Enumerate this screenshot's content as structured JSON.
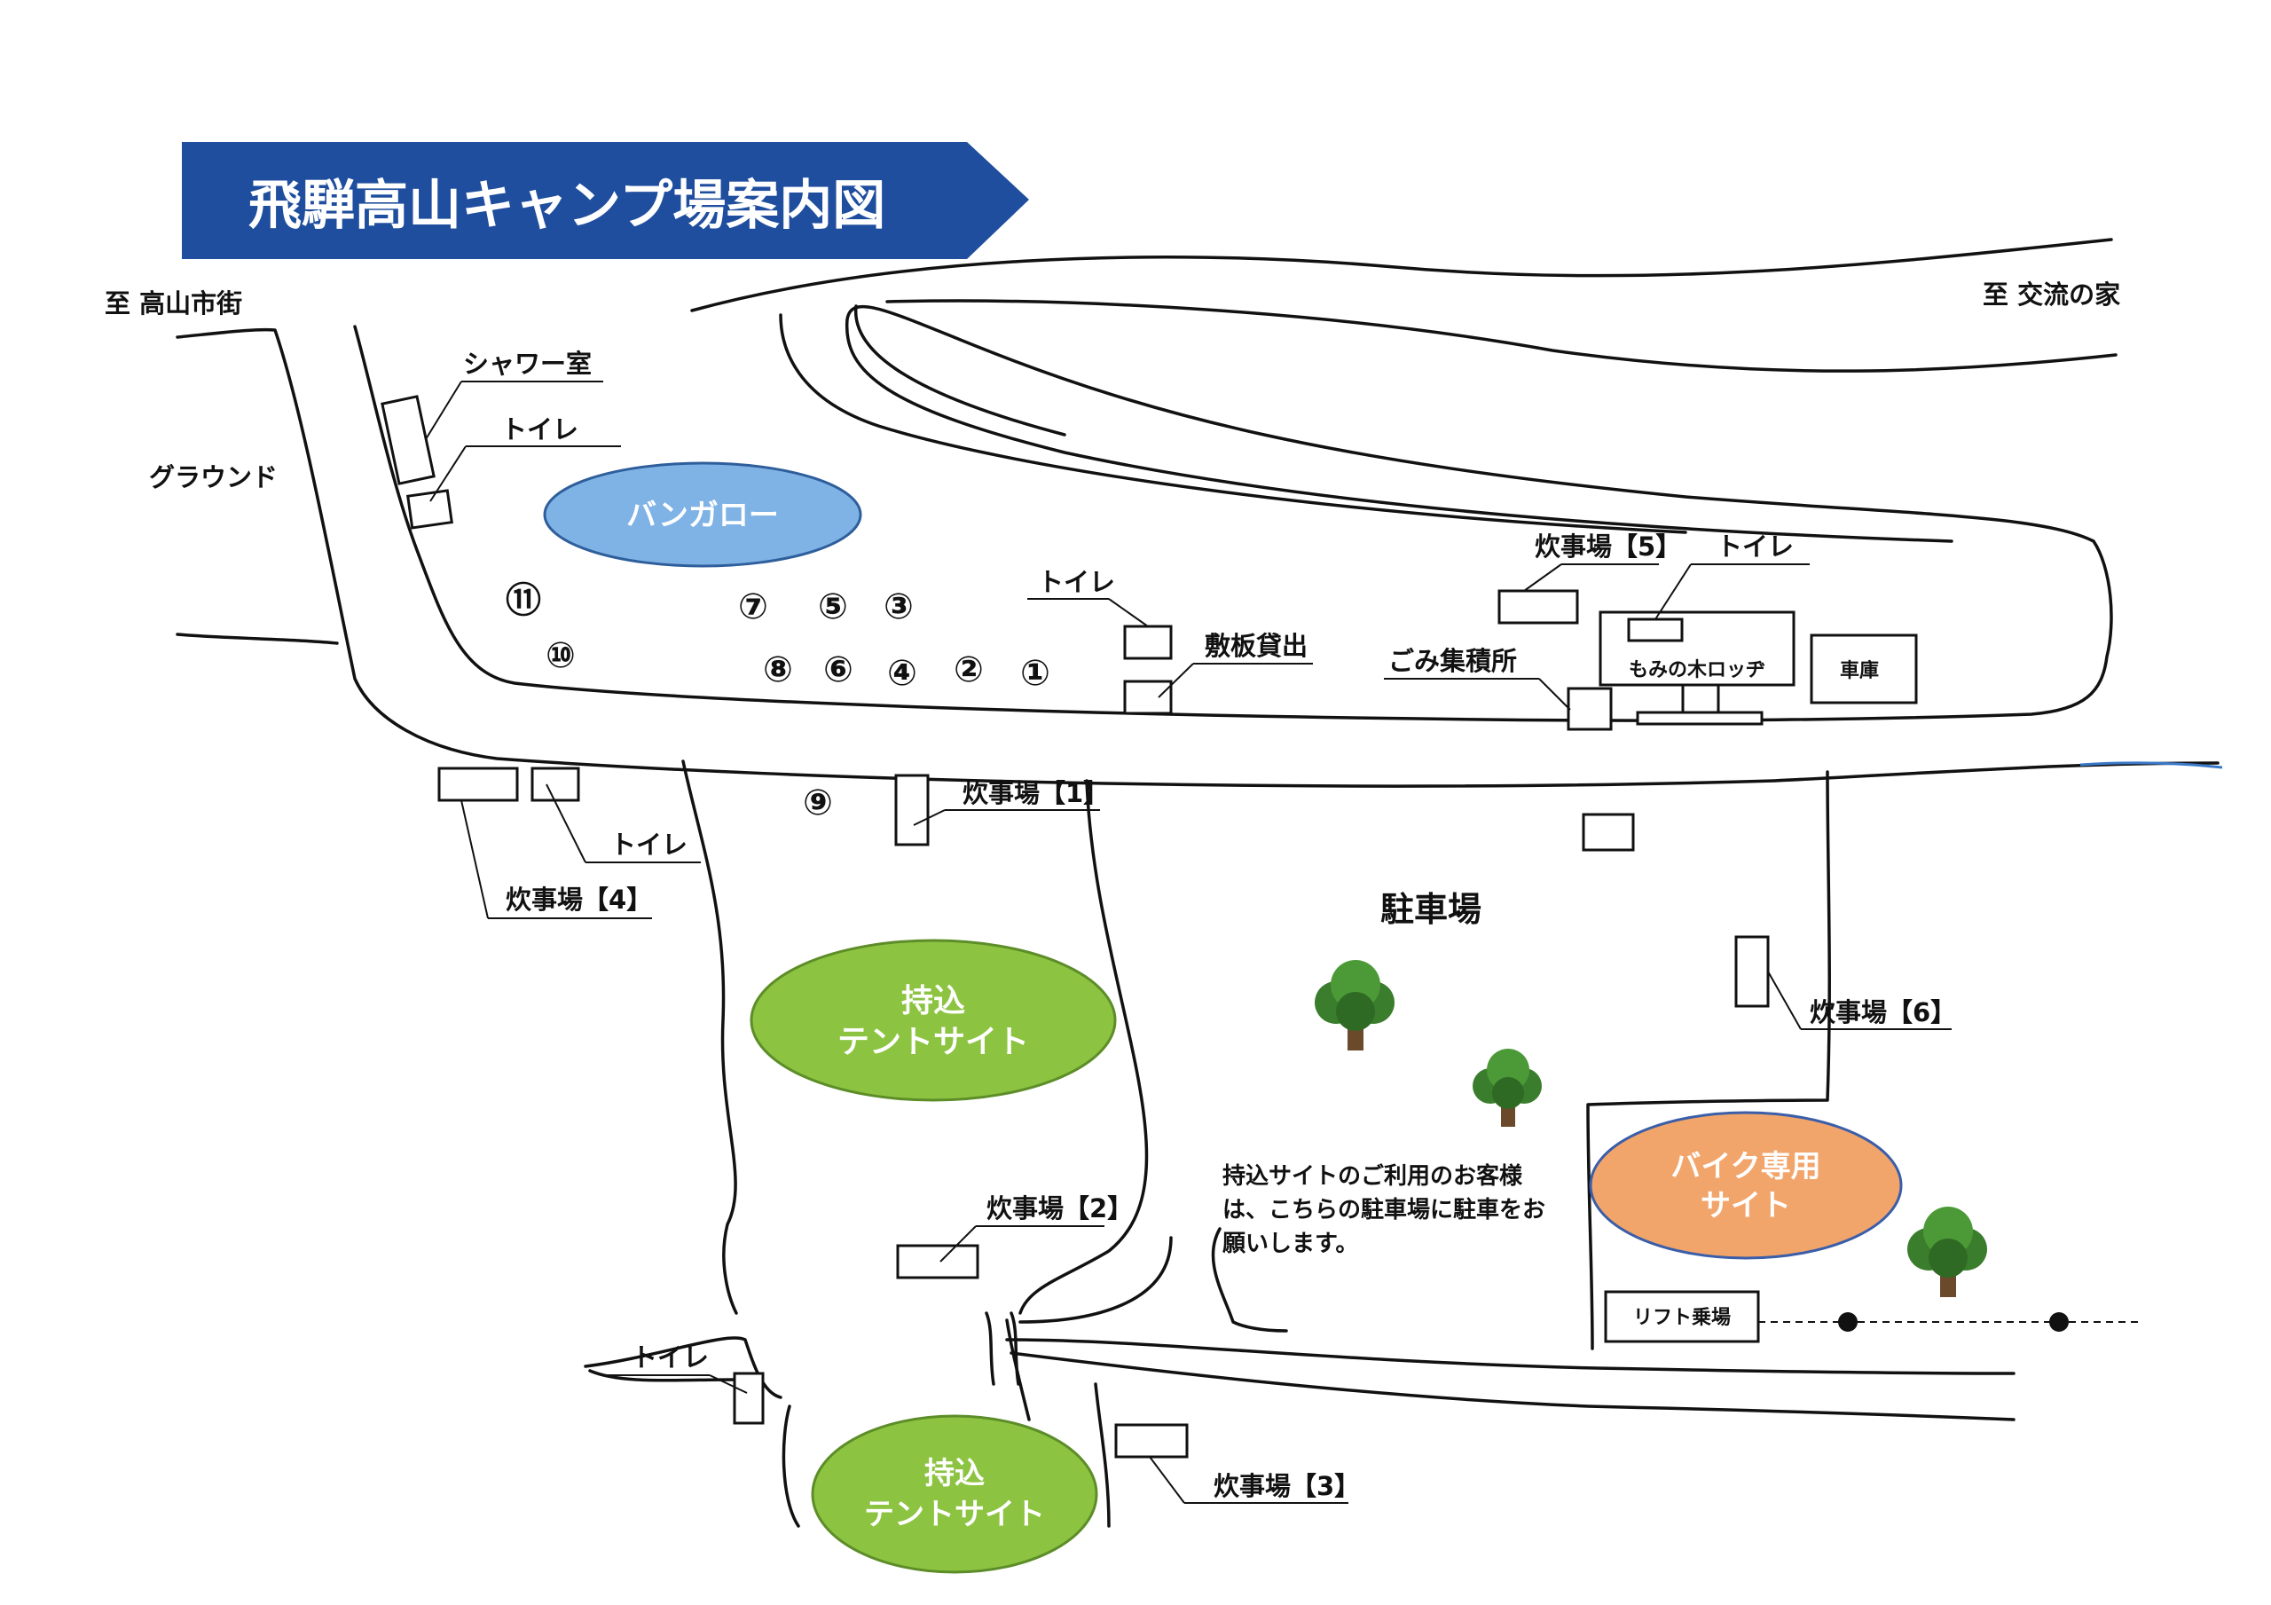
{
  "title": "飛騨高山キャンプ場案内図",
  "directions": {
    "to_town": "至 高山市街",
    "to_exchange": "至 交流の家"
  },
  "areas": {
    "ground": "グラウンド",
    "bungalow": "バンガロー",
    "tent_site_upper": [
      "持込",
      "テントサイト"
    ],
    "tent_site_lower": [
      "持込",
      "テントサイト"
    ],
    "bike_site": [
      "バイク専用",
      "サイト"
    ],
    "parking": "駐車場"
  },
  "facilities": {
    "shower": "シャワー室",
    "toilet": "トイレ",
    "kitchen_1": "炊事場【1】",
    "kitchen_2": "炊事場【2】",
    "kitchen_3": "炊事場【3】",
    "kitchen_4": "炊事場【4】",
    "kitchen_5": "炊事場【5】",
    "kitchen_6": "炊事場【6】",
    "board_rental": "敷板貸出",
    "garbage": "ごみ集積所",
    "lodge": "もみの木ロッヂ",
    "garage": "車庫",
    "lift": "リフト乗場"
  },
  "bungalow_numbers": [
    "⑪",
    "⑩",
    "⑦",
    "⑤",
    "③",
    "⑧",
    "⑥",
    "④",
    "②",
    "①",
    "⑨"
  ],
  "parking_note": [
    "持込サイトのご利用のお客様",
    "は、こちらの駐車場に駐車をお",
    "願いします。"
  ],
  "colors": {
    "title_banner": "#1f4e9e",
    "bungalow_fill": "#7fb2e5",
    "tent_fill": "#8cc341",
    "bike_fill": "#f2a56b",
    "stream": "#3a78c8",
    "tree_crown": "#3a7d2c",
    "tree_trunk": "#6b4a2b"
  },
  "icons": [
    "tree-icon",
    "lift-station-dot-icon"
  ]
}
